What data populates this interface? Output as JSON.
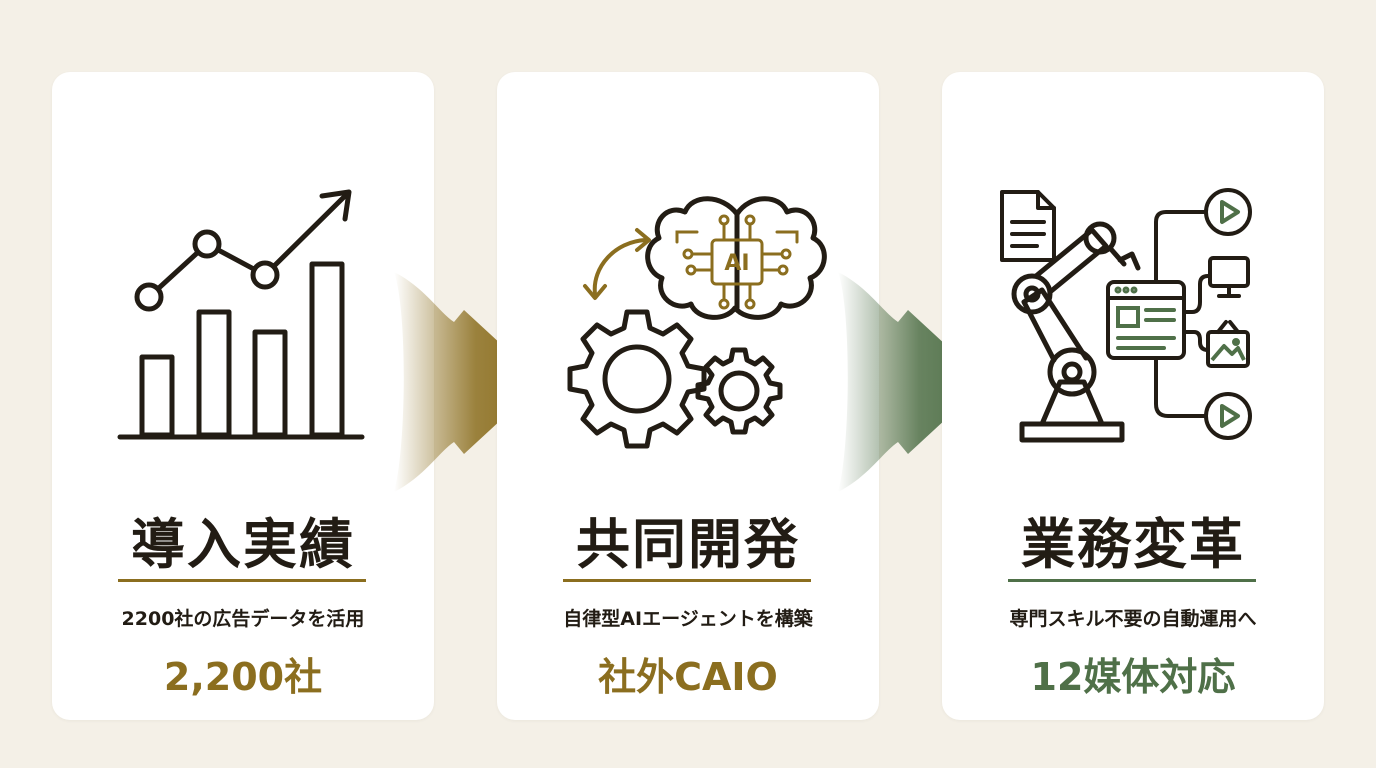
{
  "colors": {
    "background": "#f4f0e7",
    "ink": "#221c14",
    "gold": "#8b6e1f",
    "green": "#4f7048"
  },
  "steps": [
    {
      "title": "導入実績",
      "description": "2200社の広告データを活用",
      "stat": "2,200社",
      "accent": "gold",
      "icon": "bar-chart-trend-icon"
    },
    {
      "title": "共同開発",
      "description": "自律型AIエージェントを構築",
      "stat": "社外CAIO",
      "accent": "gold",
      "icon": "ai-brain-gears-icon",
      "icon_text": "AI"
    },
    {
      "title": "業務変革",
      "description": "専門スキル不要の自動運用へ",
      "stat": "12媒体対応",
      "accent": "green",
      "icon": "robot-arm-media-icon"
    }
  ],
  "arrows": [
    {
      "icon": "arrow-right-icon",
      "color": "gold"
    },
    {
      "icon": "arrow-right-icon",
      "color": "green"
    }
  ]
}
